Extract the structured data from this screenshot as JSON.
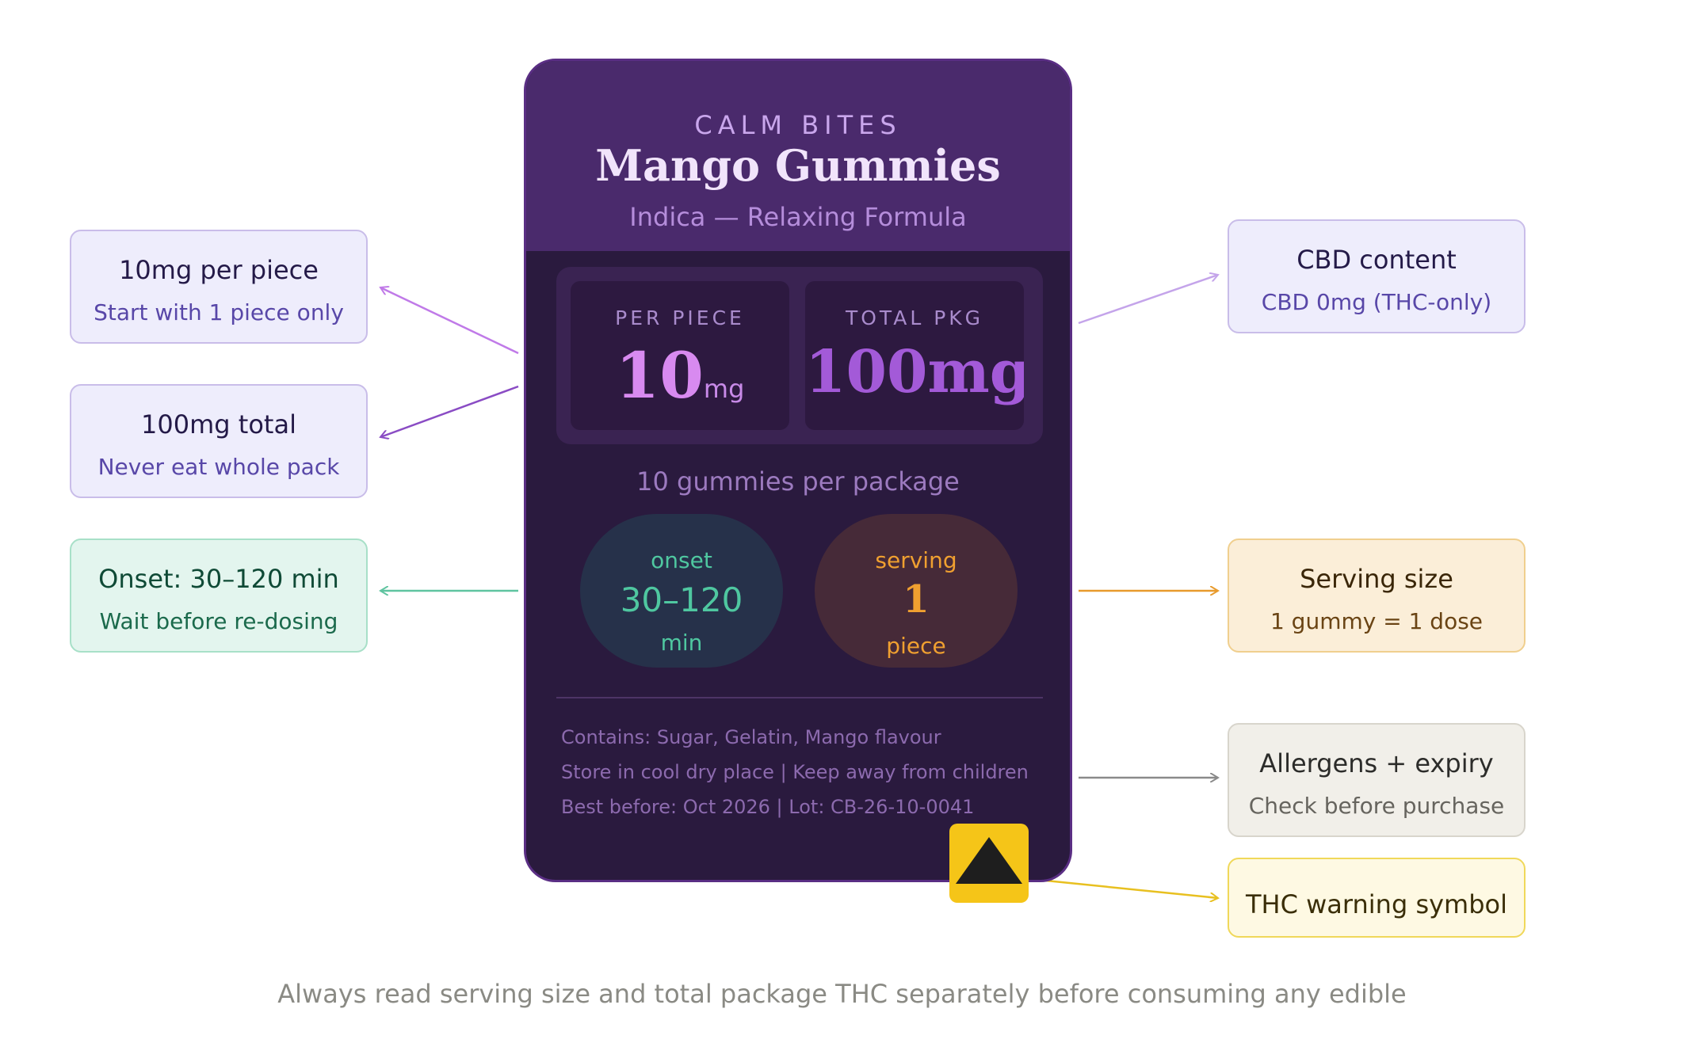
{
  "package": {
    "brand": "CALM BITES",
    "product": "Mango Gummies",
    "strain": "Indica — Relaxing Formula",
    "per_piece_label": "PER PIECE",
    "per_piece_value": "10",
    "per_piece_unit": "mg",
    "total_label": "TOTAL PKG",
    "total_value": "100mg",
    "pack_count": "10 gummies per package",
    "onset": {
      "label": "onset",
      "value": "30–120",
      "unit": "min"
    },
    "serving": {
      "label": "serving",
      "value": "1",
      "unit": "piece"
    },
    "info_lines": [
      "Contains: Sugar, Gelatin, Mango flavour",
      "Store in cool dry place | Keep away from children",
      "Best before: Oct 2026 | Lot: CB-26-10-0041"
    ]
  },
  "callouts": {
    "per_piece": {
      "title": "10mg per piece",
      "subtitle": "Start with 1 piece only"
    },
    "total": {
      "title": "100mg total",
      "subtitle": "Never eat whole pack"
    },
    "onset": {
      "title": "Onset: 30–120 min",
      "subtitle": "Wait before re-dosing"
    },
    "cbd": {
      "title": "CBD content",
      "subtitle": "CBD 0mg (THC-only)"
    },
    "serving": {
      "title": "Serving size",
      "subtitle": "1 gummy = 1 dose"
    },
    "allergens": {
      "title": "Allergens + expiry",
      "subtitle": "Check before purchase"
    },
    "warning": {
      "title": "THC warning symbol"
    }
  },
  "footer": "Always read serving size and total package THC separately before consuming any edible",
  "colors": {
    "card_bg": "#2a1a3e",
    "header_bg": "#4a2a6c",
    "accent_purple": "#c06ae8",
    "onset_green": "#4fc7a0",
    "serving_orange": "#f0a030",
    "warning_yellow": "#f5c518"
  }
}
